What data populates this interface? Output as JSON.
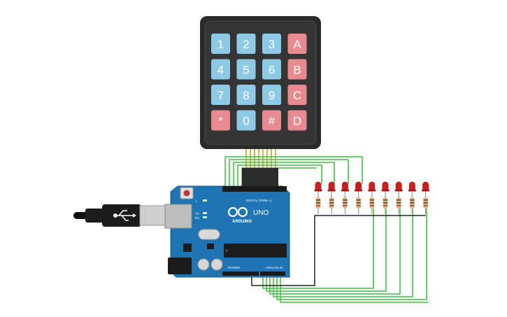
{
  "colors": {
    "keypad_body": "#2a2a2a",
    "key_numeric": "#8ec9e6",
    "key_letter": "#e88a90",
    "board": "#1f74b3",
    "wire_green": "#3fbf3f",
    "wire_black": "#222222",
    "led": "#c81e1e"
  },
  "keypad": {
    "rows": [
      [
        "1",
        "2",
        "3",
        "A"
      ],
      [
        "4",
        "5",
        "6",
        "B"
      ],
      [
        "7",
        "8",
        "9",
        "C"
      ],
      [
        "*",
        "0",
        "#",
        "D"
      ]
    ]
  },
  "arduino": {
    "brand": "ARDUINO",
    "model": "UNO",
    "digital_label": "DIGITAL (PWM ~)",
    "power_label": "POWER",
    "analog_label": "ANALOG IN",
    "tx_label": "TX",
    "rx_label": "RX",
    "l_label": "L"
  },
  "leds": {
    "count": 9
  }
}
